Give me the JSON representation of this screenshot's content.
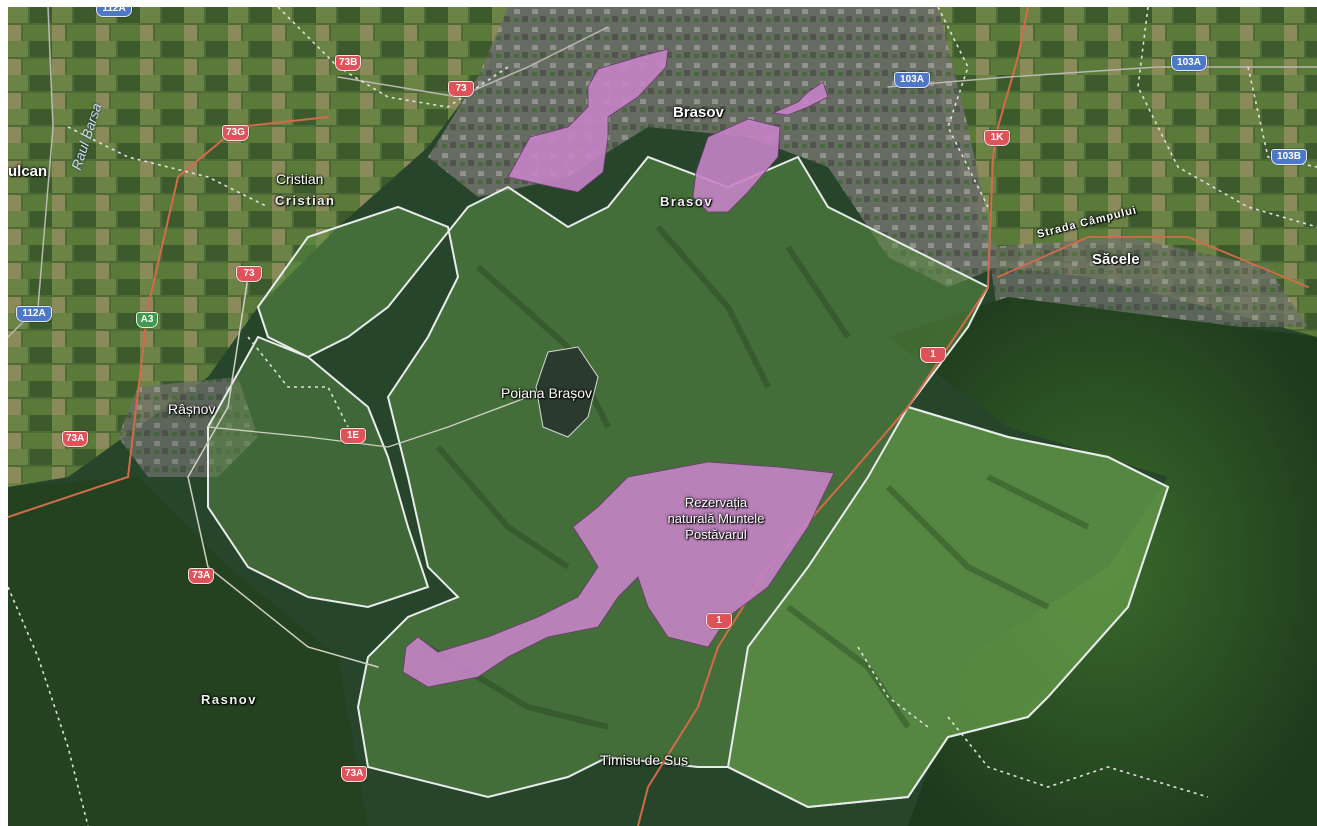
{
  "places": {
    "brasov": "Brasov",
    "brasov_district": "Brasov",
    "cristian": "Cristian",
    "cristian_district": "Cristian",
    "poiana": "Poiana Brașov",
    "rasnov_town": "Râșnov",
    "rasnov_district": "Rasnov",
    "timisu": "Timisu de Sus",
    "sacele": "Săcele",
    "vulcan_partial": "ulcan",
    "reserve": "Rezervația naturală Muntele Postăvarul",
    "river": "Raul Barsa",
    "street": "Strada Câmpului"
  },
  "shields": [
    "112A",
    "73B",
    "73",
    "73G",
    "73",
    "112A",
    "A3",
    "73A",
    "1E",
    "73A",
    "73A",
    "1",
    "1",
    "103A",
    "103A",
    "1K",
    "103B"
  ],
  "colors": {
    "reserve_fill": "#c583c6",
    "boundary": "#e8ecec",
    "route_red": "#e0525a",
    "route_blue": "#4d78c8",
    "route_green": "#3f9a4b"
  }
}
